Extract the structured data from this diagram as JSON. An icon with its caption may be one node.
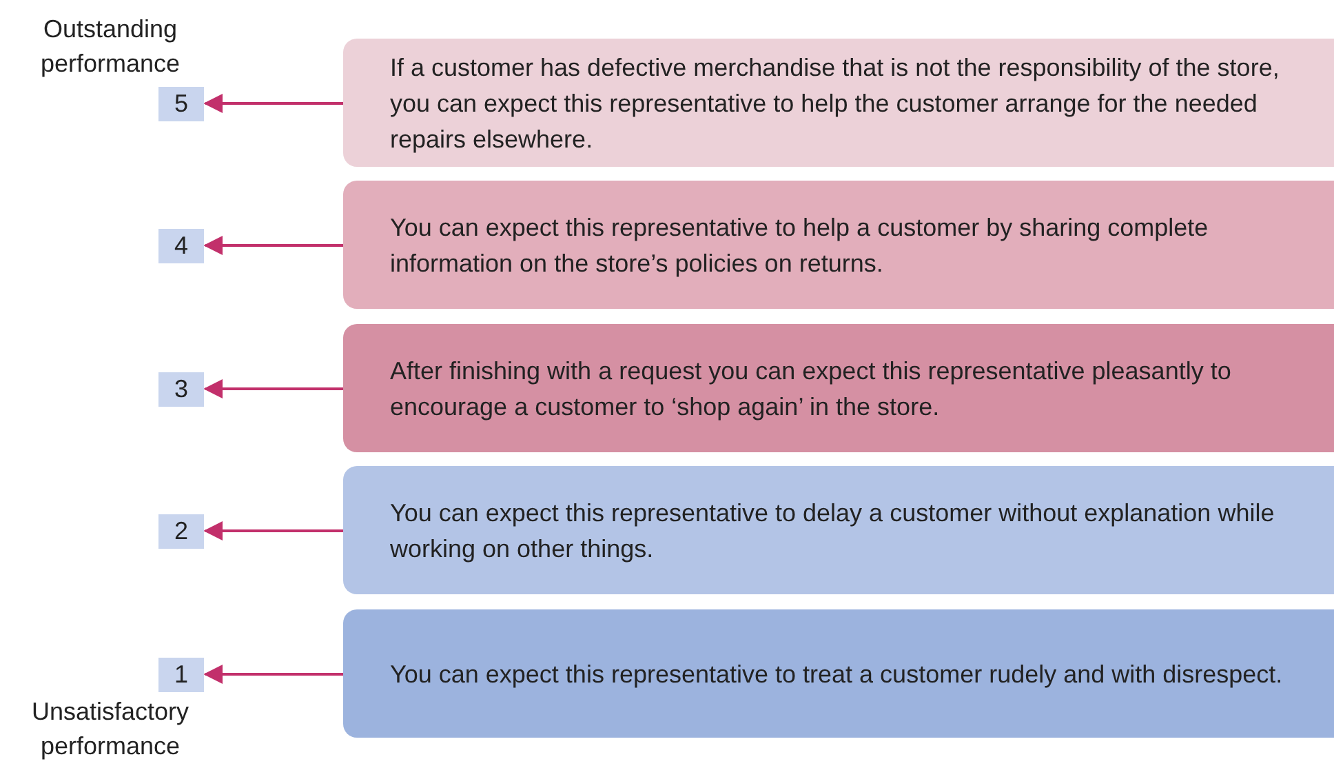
{
  "diagram": {
    "nodes": [
      {
        "text": [
          "5"
        ],
        "beside": [
          "Outstanding performance"
        ]
      },
      {
        "text": [
          "If a customer has defective merchandise that is not the responsibility of the store, you can expect this representative to help the customer arrange for the needed repairs elsewhere."
        ]
      },
      {
        "text": [
          "4"
        ]
      },
      {
        "text": [
          "You can expect this representative to help a customer by sharing complete information on the store’s policies on returns."
        ]
      },
      {
        "text": [
          "3"
        ]
      },
      {
        "text": [
          "After finishing with a request you can expect this representative pleasantly to encourage a customer to ‘shop again’ in the store."
        ]
      },
      {
        "text": [
          "2"
        ]
      },
      {
        "text": [
          "You can expect this representative to delay a customer without explanation while working on other things."
        ]
      },
      {
        "text": [
          "1"
        ],
        "beside": [
          "Unsatisfactory performance"
        ]
      },
      {
        "text": [
          "You can expect this representative to treat a customer rudely and with disrespect."
        ]
      }
    ],
    "edges": [
      {
        "from": 1,
        "to": 0,
        "arrow": "to"
      },
      {
        "from": 3,
        "to": 2,
        "arrow": "to"
      },
      {
        "from": 5,
        "to": 4,
        "arrow": "to"
      },
      {
        "from": 7,
        "to": 6,
        "arrow": "to"
      },
      {
        "from": 9,
        "to": 8,
        "arrow": "to"
      }
    ]
  }
}
